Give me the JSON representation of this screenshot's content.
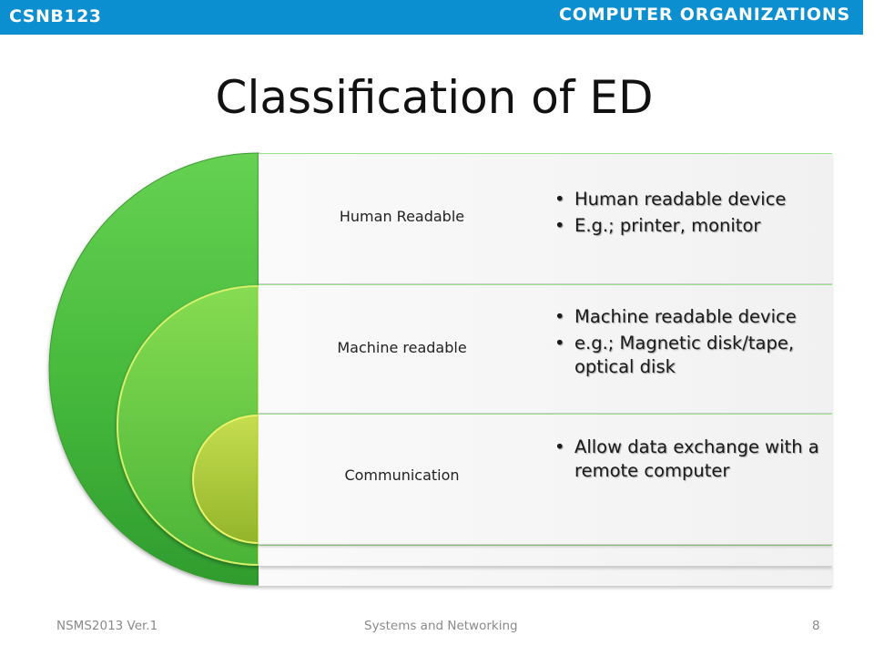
{
  "header": {
    "course_code": "CSNB123",
    "course_name": "COMPUTER ORGANIZATIONS",
    "bar_color": "#0b8fd0"
  },
  "slide": {
    "title": "Classification of ED"
  },
  "diagram": {
    "accent_colors": [
      "#3fb03c",
      "#7cd84f",
      "#c7d94a",
      "#8ab02a"
    ],
    "categories": [
      {
        "label": "Human Readable",
        "bullets": [
          "Human readable device",
          "E.g.; printer, monitor"
        ]
      },
      {
        "label": "Machine readable",
        "bullets": [
          "Machine readable device",
          "e.g.; Magnetic disk/tape, optical disk"
        ]
      },
      {
        "label": "Communication",
        "bullets": [
          "Allow data exchange with a remote computer"
        ]
      }
    ]
  },
  "footer": {
    "left": "NSMS2013 Ver.1",
    "center": "Systems and Networking",
    "page_number": "8"
  }
}
